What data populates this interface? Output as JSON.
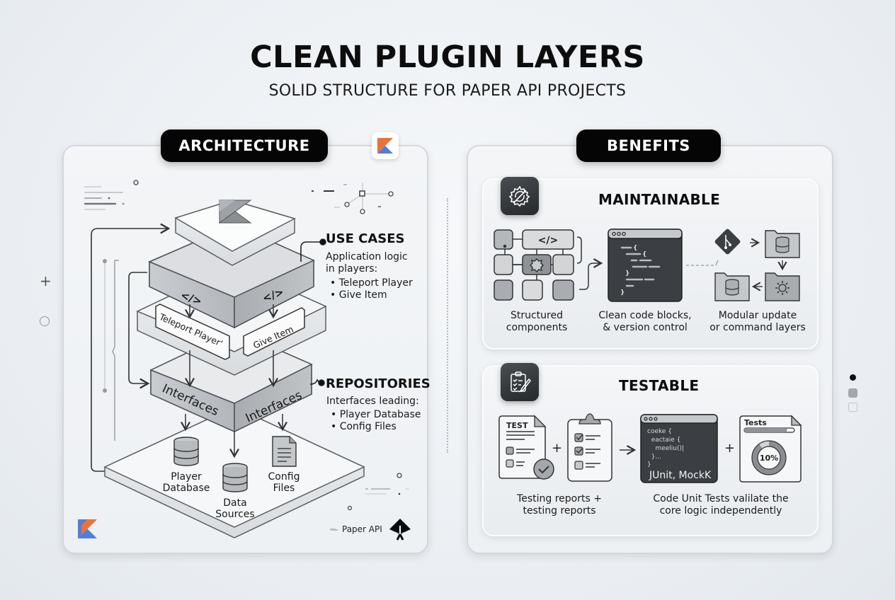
{
  "header": {
    "title": "CLEAN PLUGIN LAYERS",
    "subtitle": "SOLID STRUCTURE FOR PAPER API PROJECTS"
  },
  "architecture": {
    "label": "ARCHITECTURE",
    "layers": {
      "top_logo": "kotlin-logo",
      "code_tags": [
        "</>",
        "</>"
      ],
      "use_case_boxes": [
        "Teleport Player'",
        "Give Item"
      ],
      "interfaces": [
        "Interfaces",
        "Interfaces"
      ],
      "data_items": [
        {
          "label_line1": "Player",
          "label_line2": "Database",
          "icon": "database-icon"
        },
        {
          "label_line1": "Data",
          "label_line2": "Sources",
          "icon": "database-icon"
        },
        {
          "label_line1": "Config",
          "label_line2": "Files",
          "icon": "file-icon"
        }
      ]
    },
    "use_cases": {
      "heading": "USE CASES",
      "description_line1": "Application logic",
      "description_line2": "in players:",
      "items": [
        "Teleport Player",
        "Give Item"
      ]
    },
    "repositories": {
      "heading": "REPOSITORIES",
      "description": "Interfaces leading:",
      "items": [
        "Player Database",
        "Config Files"
      ]
    },
    "footer_label": "Paper API"
  },
  "benefits": {
    "label": "BENEFITS",
    "maintainable": {
      "title": "MAINTAINABLE",
      "icon": "gear-sync-icon",
      "items": [
        {
          "line1": "Structured",
          "line2": "components"
        },
        {
          "line1": "Clean code blocks,",
          "line2": "& version control"
        },
        {
          "line1": "Modular update",
          "line2": "or command layers"
        }
      ],
      "code_tag": "</>"
    },
    "testable": {
      "title": "TESTABLE",
      "icon": "clipboard-pen-icon",
      "test_doc_label": "TEST",
      "code_lines": [
        "coeke {",
        "  eactaie {",
        "    meeliu()|",
        "  }...",
        "}"
      ],
      "code_caption": "JUnit, MockK",
      "tests_card_label": "Tests",
      "tests_progress": 0.85,
      "tests_percent_label": "10%",
      "tests_ring_fraction": 0.9,
      "captions": [
        {
          "line1": "Testing reports +",
          "line2": "testing reports"
        },
        {
          "line1": "Code Unit Tests valilate the",
          "line2": "core logic independently"
        }
      ],
      "plus": "+",
      "arrow": "→"
    }
  },
  "page_nav": {
    "dots": [
      "active",
      "filled",
      "empty"
    ]
  },
  "colors": {
    "kotlin_orange": "#e8743b",
    "kotlin_blue": "#4f7fd9",
    "pill_bg": "#050505",
    "dark_card": "#3a3d41"
  }
}
